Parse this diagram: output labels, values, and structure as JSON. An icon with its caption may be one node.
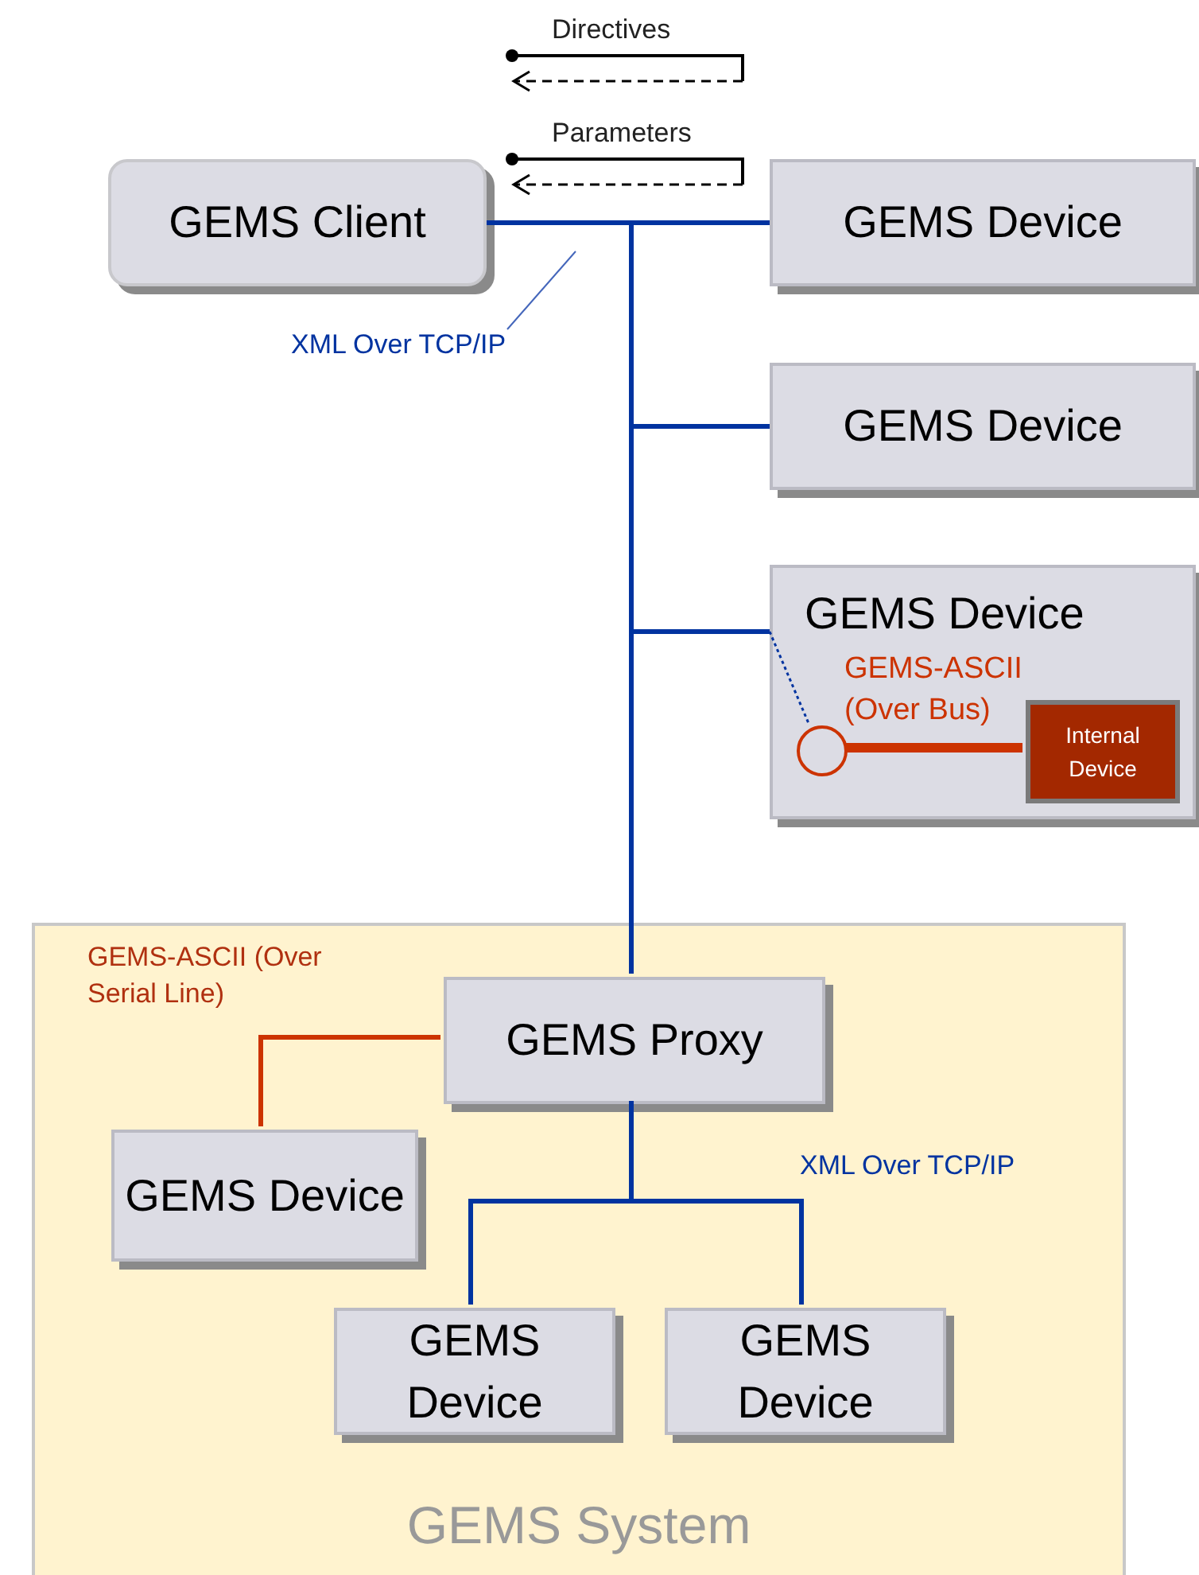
{
  "diagram": {
    "nodes": [
      {
        "text": [
          "GEMS Client"
        ]
      },
      {
        "text": [
          "GEMS Device"
        ]
      },
      {
        "text": [
          "GEMS Device"
        ]
      },
      {
        "text": [
          "GEMS Device"
        ]
      },
      {
        "text": [],
        "shape": "circle",
        "in": 3
      },
      {
        "text": [
          "Internal Device"
        ],
        "in": 3
      },
      {
        "text": [
          "GEMS System"
        ]
      },
      {
        "text": [
          "GEMS Proxy"
        ],
        "in": 6
      },
      {
        "text": [
          "GEMS Device"
        ],
        "in": 6
      },
      {
        "text": [
          "GEMS Device"
        ],
        "in": 6
      },
      {
        "text": [
          "GEMS Device"
        ],
        "in": 6
      },
      {
        "text": [
          "XML Over TCP/IP"
        ]
      }
    ],
    "edges": [
      {
        "from": 0,
        "to": 1,
        "arrow": "none"
      },
      {
        "from": 0,
        "to": 2,
        "arrow": "none"
      },
      {
        "from": 0,
        "to": 3,
        "arrow": "none"
      },
      {
        "from": 0,
        "to": 7,
        "arrow": "none"
      },
      {
        "from": null,
        "to": 4,
        "arrow": "none",
        "style": "dashed"
      },
      {
        "from": 4,
        "to": 5,
        "arrow": "none",
        "style": "thick",
        "color": "#cc3300"
      },
      {
        "from": 7,
        "to": 8,
        "arrow": "none",
        "color": "#cc3300"
      },
      {
        "from": 7,
        "to": 9,
        "arrow": "none"
      },
      {
        "from": 7,
        "to": 10,
        "arrow": "none"
      },
      {
        "from": 11,
        "to": null,
        "arrow": "none",
        "color": "#4466bb"
      }
    ],
    "labels": [
      "GEMS-ASCII (Over Bus)",
      "GEMS-ASCII (Over Serial Line)",
      "XML Over TCP/IP"
    ],
    "legend": [
      {
        "text": "Directives"
      },
      {
        "text": "Parameters"
      }
    ]
  }
}
